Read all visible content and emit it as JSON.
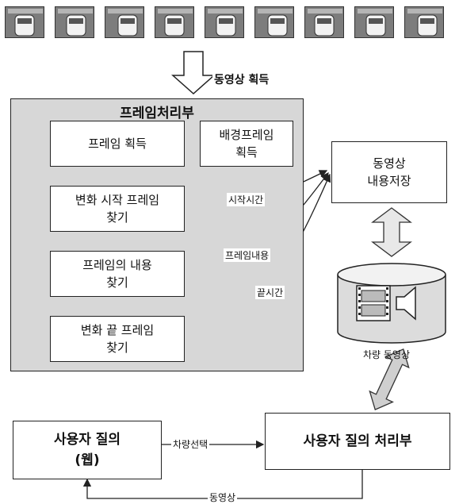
{
  "frames": {
    "count": 9,
    "acquire_label": "동영상 획득"
  },
  "processor": {
    "title": "프레임처리부",
    "steps": [
      "프레임  획득",
      "변화 시작  프레임\n찾기",
      "프레임의 내용\n찾기",
      "변화 끝 프레임\n찾기"
    ],
    "background_frame": "배경프레임\n획득"
  },
  "flows": {
    "start_time": "시작시간",
    "frame_content": "프레임내용",
    "end_time": "끝시간"
  },
  "storage": {
    "content_store": "동영상\n내용저장",
    "database_label": "차량 동영상"
  },
  "query": {
    "user_query": "사용자 질의\n(웹)",
    "query_processor": "사용자 질의 처리부",
    "vehicle_select": "차량선택",
    "video_return": "동영상"
  }
}
